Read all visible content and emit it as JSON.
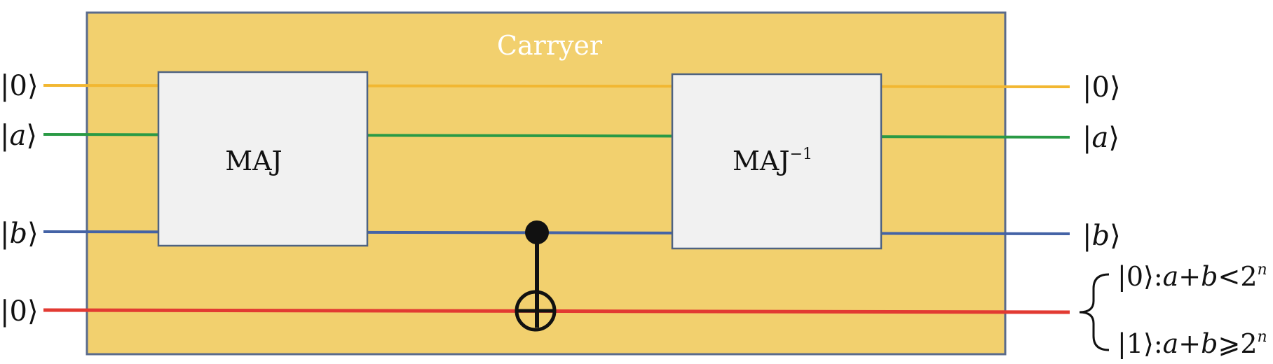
{
  "title": "Carryer",
  "gates": {
    "maj": "MAJ",
    "maj_inv_base": "MAJ",
    "maj_inv_sup": "−1"
  },
  "inputs": [
    {
      "ket": "0",
      "italic": false
    },
    {
      "ket": "a",
      "italic": true
    },
    {
      "ket": "b",
      "italic": true
    },
    {
      "ket": "0",
      "italic": false
    }
  ],
  "outputs": [
    {
      "ket": "0",
      "italic": false
    },
    {
      "ket": "a",
      "italic": true
    },
    {
      "ket": "b",
      "italic": true
    }
  ],
  "carry_cases": [
    {
      "ket": "0",
      "lhs": "a+b",
      "rel": "<",
      "base": "2",
      "exp": "n"
    },
    {
      "ket": "1",
      "lhs": "a+b",
      "rel": "⩾",
      "base": "2",
      "exp": "n"
    }
  ],
  "colors": {
    "box_fill": "#f2d06e",
    "box_stroke": "#5a6b8c",
    "gate_fill": "#f1f1f1",
    "gate_stroke": "#4f6381",
    "wire_top": "#f2b731",
    "wire_a": "#2a9a45",
    "wire_b": "#4463a6",
    "wire_carry": "#e23a32",
    "title": "#ffffff",
    "ink": "#111111"
  }
}
